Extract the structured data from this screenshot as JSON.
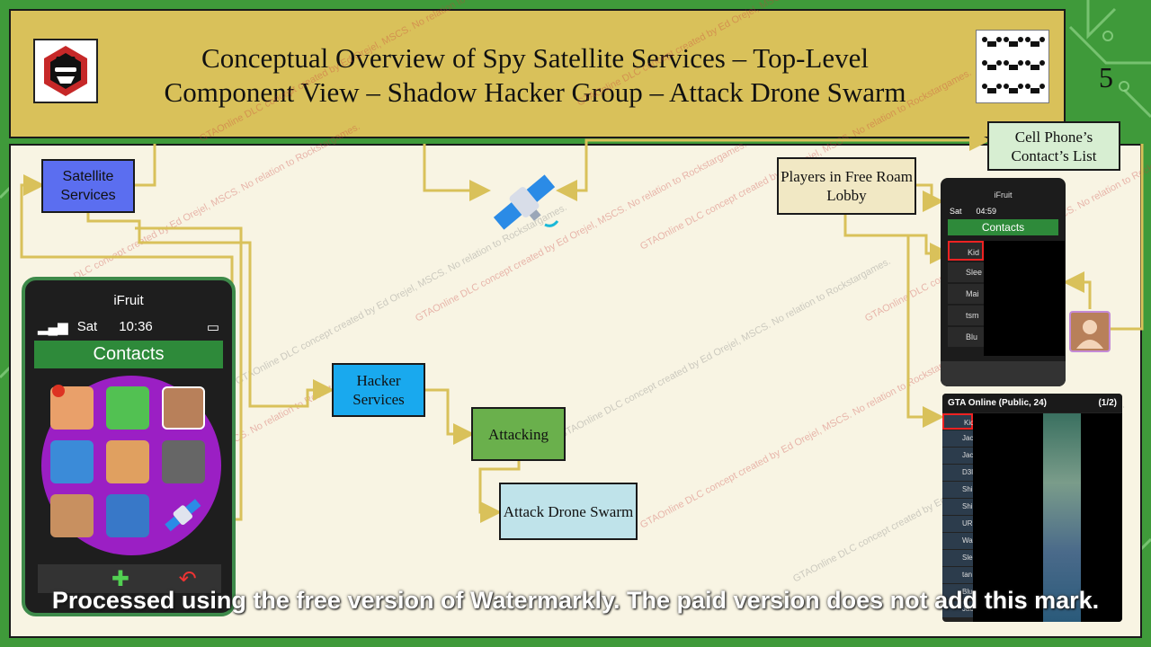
{
  "slide": {
    "title_line1": "Conceptual Overview of Spy Satellite Services – Top-Level",
    "title_line2": "Component View – Shadow Hacker Group – Attack Drone Swarm",
    "page_number": "5"
  },
  "boxes": {
    "satellite_services": "Satellite Services",
    "hacker_services": "Hacker Services",
    "attacking": "Attacking",
    "attack_drone_swarm": "Attack Drone Swarm",
    "players_lobby": "Players in Free Roam Lobby",
    "contact_list": "Cell Phone’s Contact’s List"
  },
  "phone_left": {
    "brand": "iFruit",
    "status_day": "Sat",
    "status_time": "10:36",
    "header": "Contacts"
  },
  "phone_small": {
    "brand": "iFruit",
    "status_day": "Sat",
    "status_time": "04:59",
    "header": "Contacts",
    "rows": [
      "Kid",
      "Slee",
      "Mai",
      "tsm",
      "Blu"
    ]
  },
  "lobby": {
    "header": "GTA Online (Public, 24)",
    "page": "(1/2)",
    "rows": [
      "Kid",
      "Jac",
      "Jac",
      "D3l",
      "Shi",
      "Shi",
      "URI",
      "Wa",
      "Sle",
      "tan",
      "Blu",
      "Jac"
    ]
  },
  "watermark": "GTAOnline DLC concept created by Ed Orejel, MSCS. No relation to Rockstargames.",
  "banner": "Processed using the free version of Watermarkly. The paid version does not add this mark.",
  "colors": {
    "satellite_box": "#5b6ef0",
    "hacker_box": "#19a9ee",
    "attacking_box": "#6ab04c",
    "drone_box": "#bfe3ea",
    "players_box": "#f1e8c4",
    "contact_box": "#d7eed2",
    "connector": "#d9c15a",
    "title_bar": "#d9c15a"
  }
}
